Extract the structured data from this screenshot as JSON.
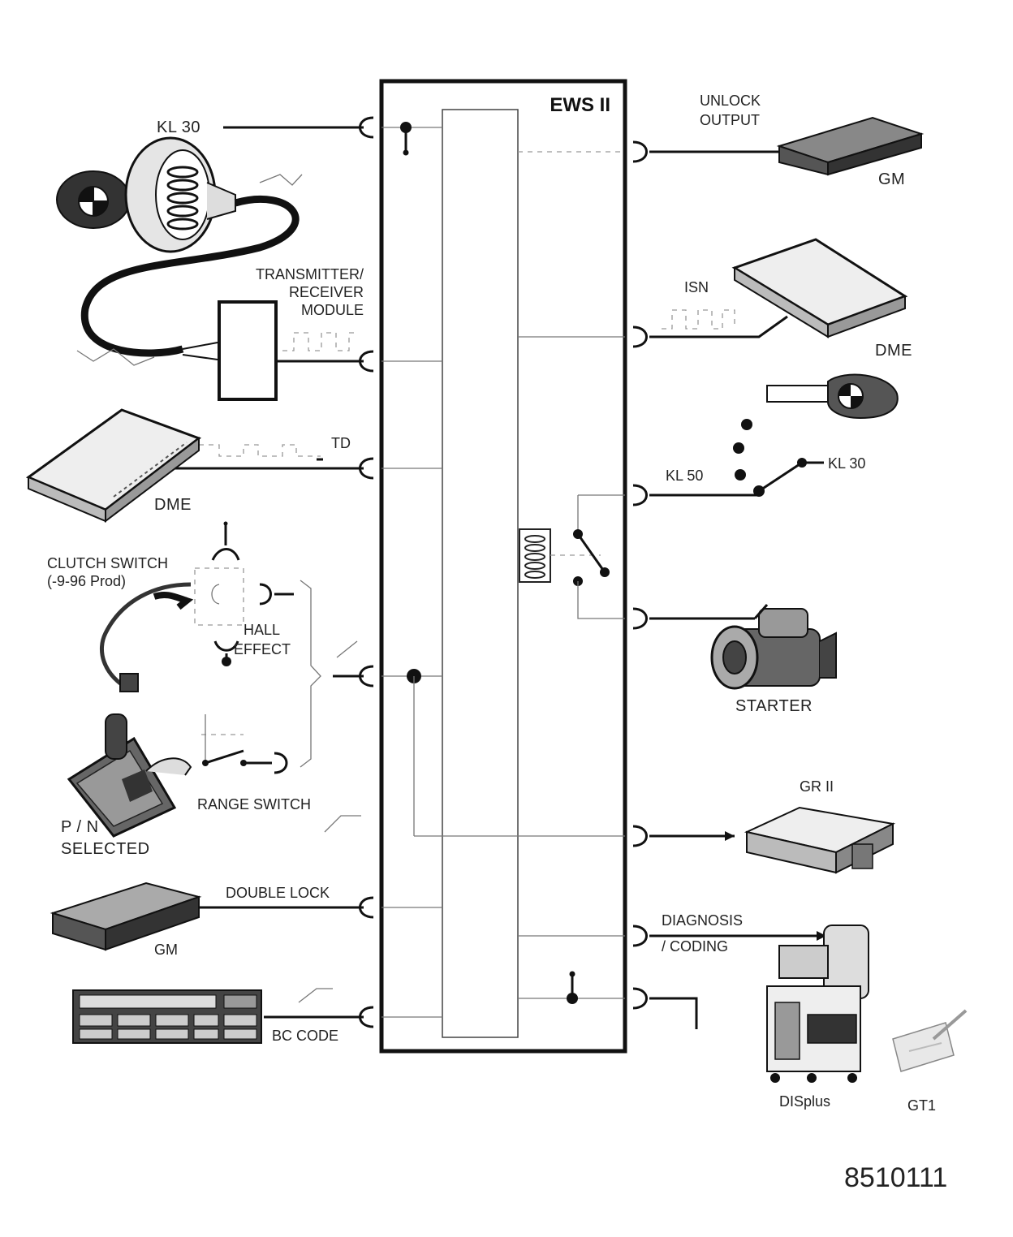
{
  "module": {
    "title": "EWS II"
  },
  "left": {
    "kl30": "KL 30",
    "transmitter_receiver": [
      "TRANSMITTER/",
      "RECEIVER",
      "MODULE"
    ],
    "td": "TD",
    "dme": "DME",
    "clutch_switch": [
      "CLUTCH SWITCH",
      "(-9-96 Prod)"
    ],
    "hall_effect": [
      "HALL",
      "EFFECT"
    ],
    "range_switch": "RANGE SWITCH",
    "pn_selected": [
      "P / N",
      "SELECTED"
    ],
    "double_lock": "DOUBLE LOCK",
    "gm": "GM",
    "bc_code": "BC CODE"
  },
  "right": {
    "unlock_output": [
      "UNLOCK",
      "OUTPUT"
    ],
    "gm": "GM",
    "isn": "ISN",
    "dme": "DME",
    "kl50": "KL 50",
    "kl30": "KL 30",
    "starter": "STARTER",
    "gr_ii": "GR II",
    "diagnosis_coding": [
      "DIAGNOSIS",
      "/ CODING"
    ],
    "displus": "DISplus",
    "gt1": "GT1"
  },
  "figure_number": "8510111"
}
